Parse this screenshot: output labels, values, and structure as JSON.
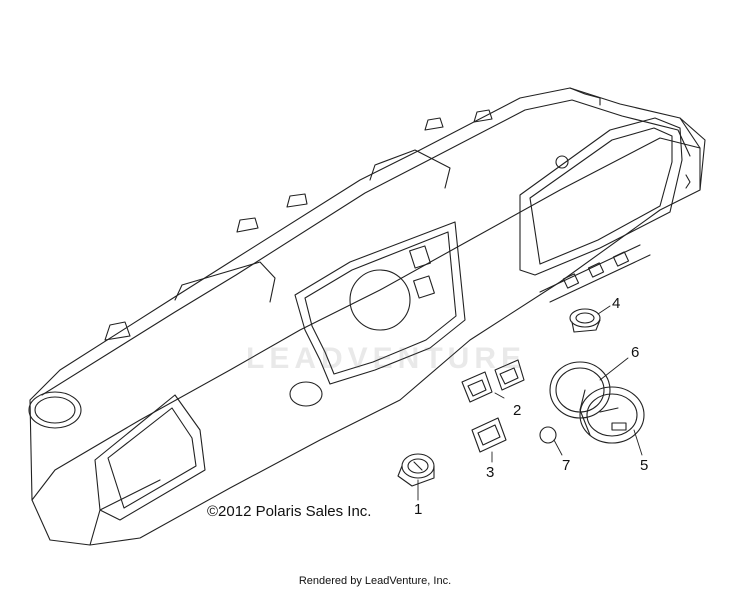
{
  "callouts": [
    {
      "id": "1",
      "label": "1"
    },
    {
      "id": "2",
      "label": "2"
    },
    {
      "id": "3",
      "label": "3"
    },
    {
      "id": "4",
      "label": "4"
    },
    {
      "id": "5",
      "label": "5"
    },
    {
      "id": "6",
      "label": "6"
    },
    {
      "id": "7",
      "label": "7"
    }
  ],
  "copyright": "©2012 Polaris Sales Inc.",
  "footer": "Rendered by LeadVenture, Inc.",
  "watermark": "LEADVENTURE",
  "colors": {
    "line": "#222222",
    "background": "#ffffff",
    "watermark": "#9a9a9a"
  }
}
